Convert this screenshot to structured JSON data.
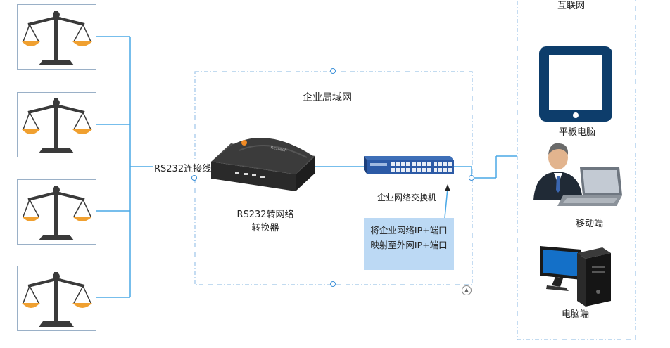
{
  "diagram": {
    "internet_label": "互联网",
    "lan_label": "企业局域网",
    "cable_label": "RS232连接线",
    "converter_label_line1": "RS232转网络",
    "converter_label_line2": "转换器",
    "switch_label": "企业网络交换机",
    "note_line1": "将企业网络IP+端口",
    "note_line2": "映射至外网IP+端口",
    "tablet_label": "平板电脑",
    "mobile_label": "移动端",
    "pc_label": "电脑端",
    "brand_text": "Restech",
    "colors": {
      "line": "#4aa8e6",
      "dash": "#9ec5e8",
      "scale_orange": "#f0a030",
      "scale_dark": "#3a3a3a",
      "note_bg": "#bcd9f4"
    }
  }
}
